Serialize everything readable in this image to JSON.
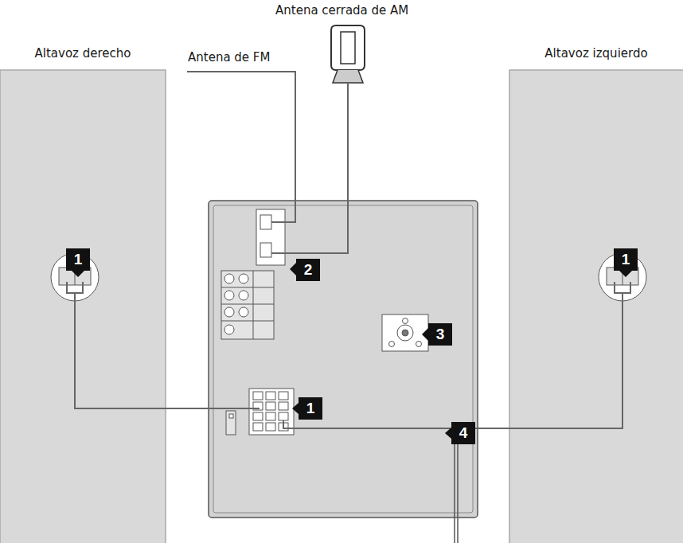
{
  "diagram": {
    "nodes": [
      {
        "text": [
          "Altavoz derecho"
        ]
      },
      {
        "text": [
          "Altavoz izquierdo"
        ]
      }
    ],
    "labels": [
      "Antena cerrada de AM",
      "Antena de FM",
      "1",
      "1",
      "2",
      "3",
      "1",
      "4"
    ]
  }
}
